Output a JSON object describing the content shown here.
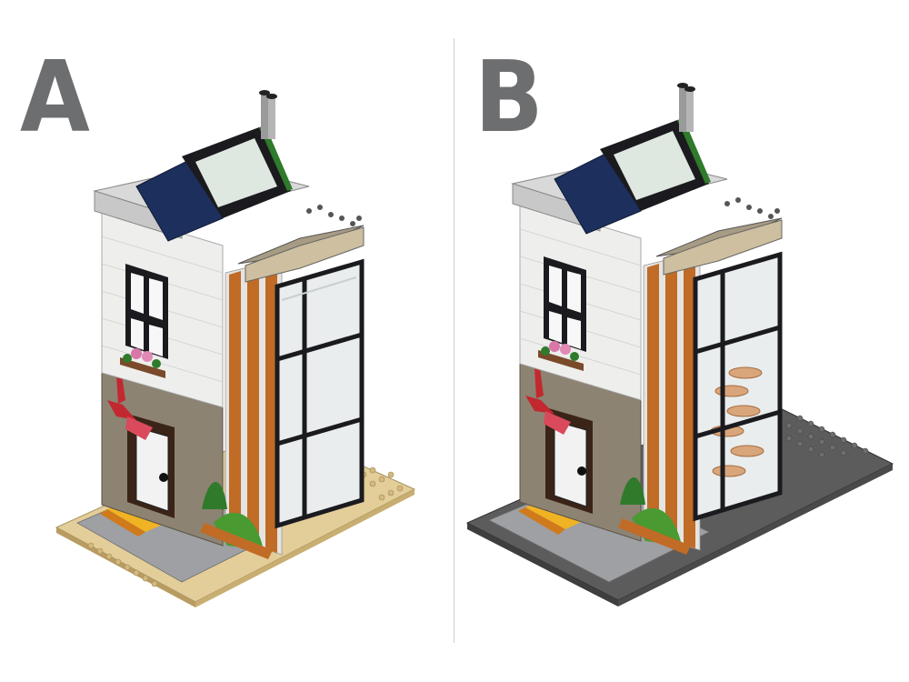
{
  "panels": [
    {
      "label": "A",
      "baseplate": "tan"
    },
    {
      "label": "B",
      "baseplate": "dark-gray"
    }
  ],
  "colors": {
    "label": "#6d6e70",
    "divider": "#cfcfcf",
    "white_brick": "#eeeeec",
    "window_frame": "#1b1b1f",
    "dark_blue_roof": "#1d2f5c",
    "orange_column": "#c06b26",
    "stone": "#8a7f6e",
    "tan_plate": "#e0c892",
    "dark_gray_plate": "#4b4b4b",
    "grass_green": "#2f7a2b",
    "red_detail": "#c2282f"
  }
}
